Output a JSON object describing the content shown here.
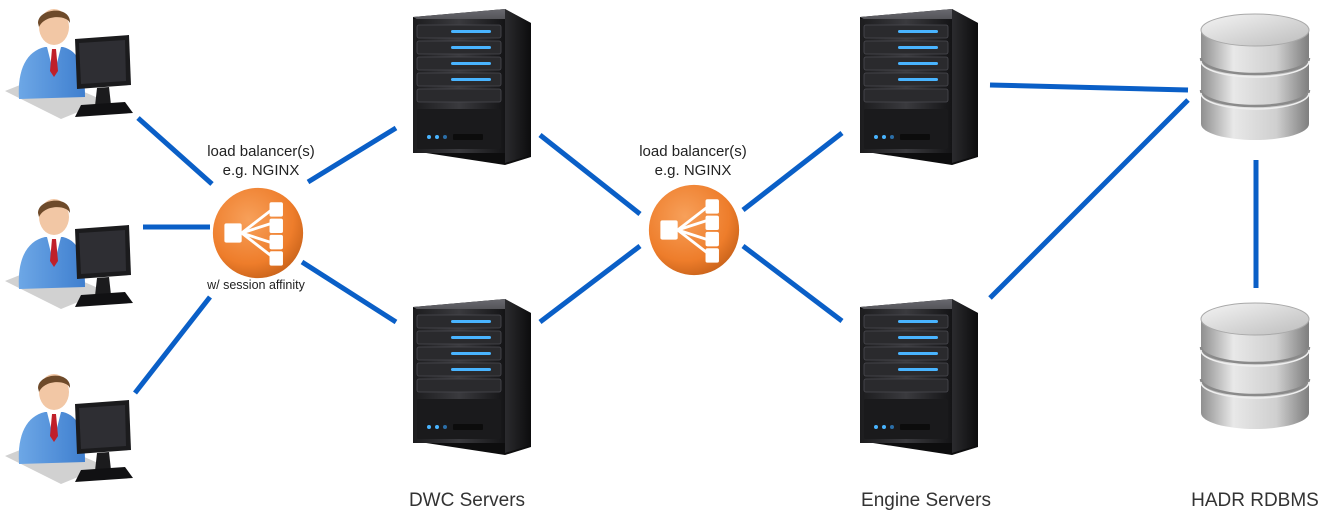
{
  "diagram": {
    "load_balancer_1": {
      "label_line1": "load balancer(s)",
      "label_line2": "e.g. NGINX",
      "note": "w/ session affinity"
    },
    "load_balancer_2": {
      "label_line1": "load balancer(s)",
      "label_line2": "e.g. NGINX"
    },
    "groups": {
      "dwc_servers": "DWC Servers",
      "engine_servers": "Engine Servers",
      "hadr_rdbms": "HADR RDBMS"
    },
    "colors": {
      "link": "#0a5fc7",
      "load_balancer": "#ee7d2b",
      "server_led": "#49b4ff",
      "database": "#b9b9b9"
    }
  }
}
